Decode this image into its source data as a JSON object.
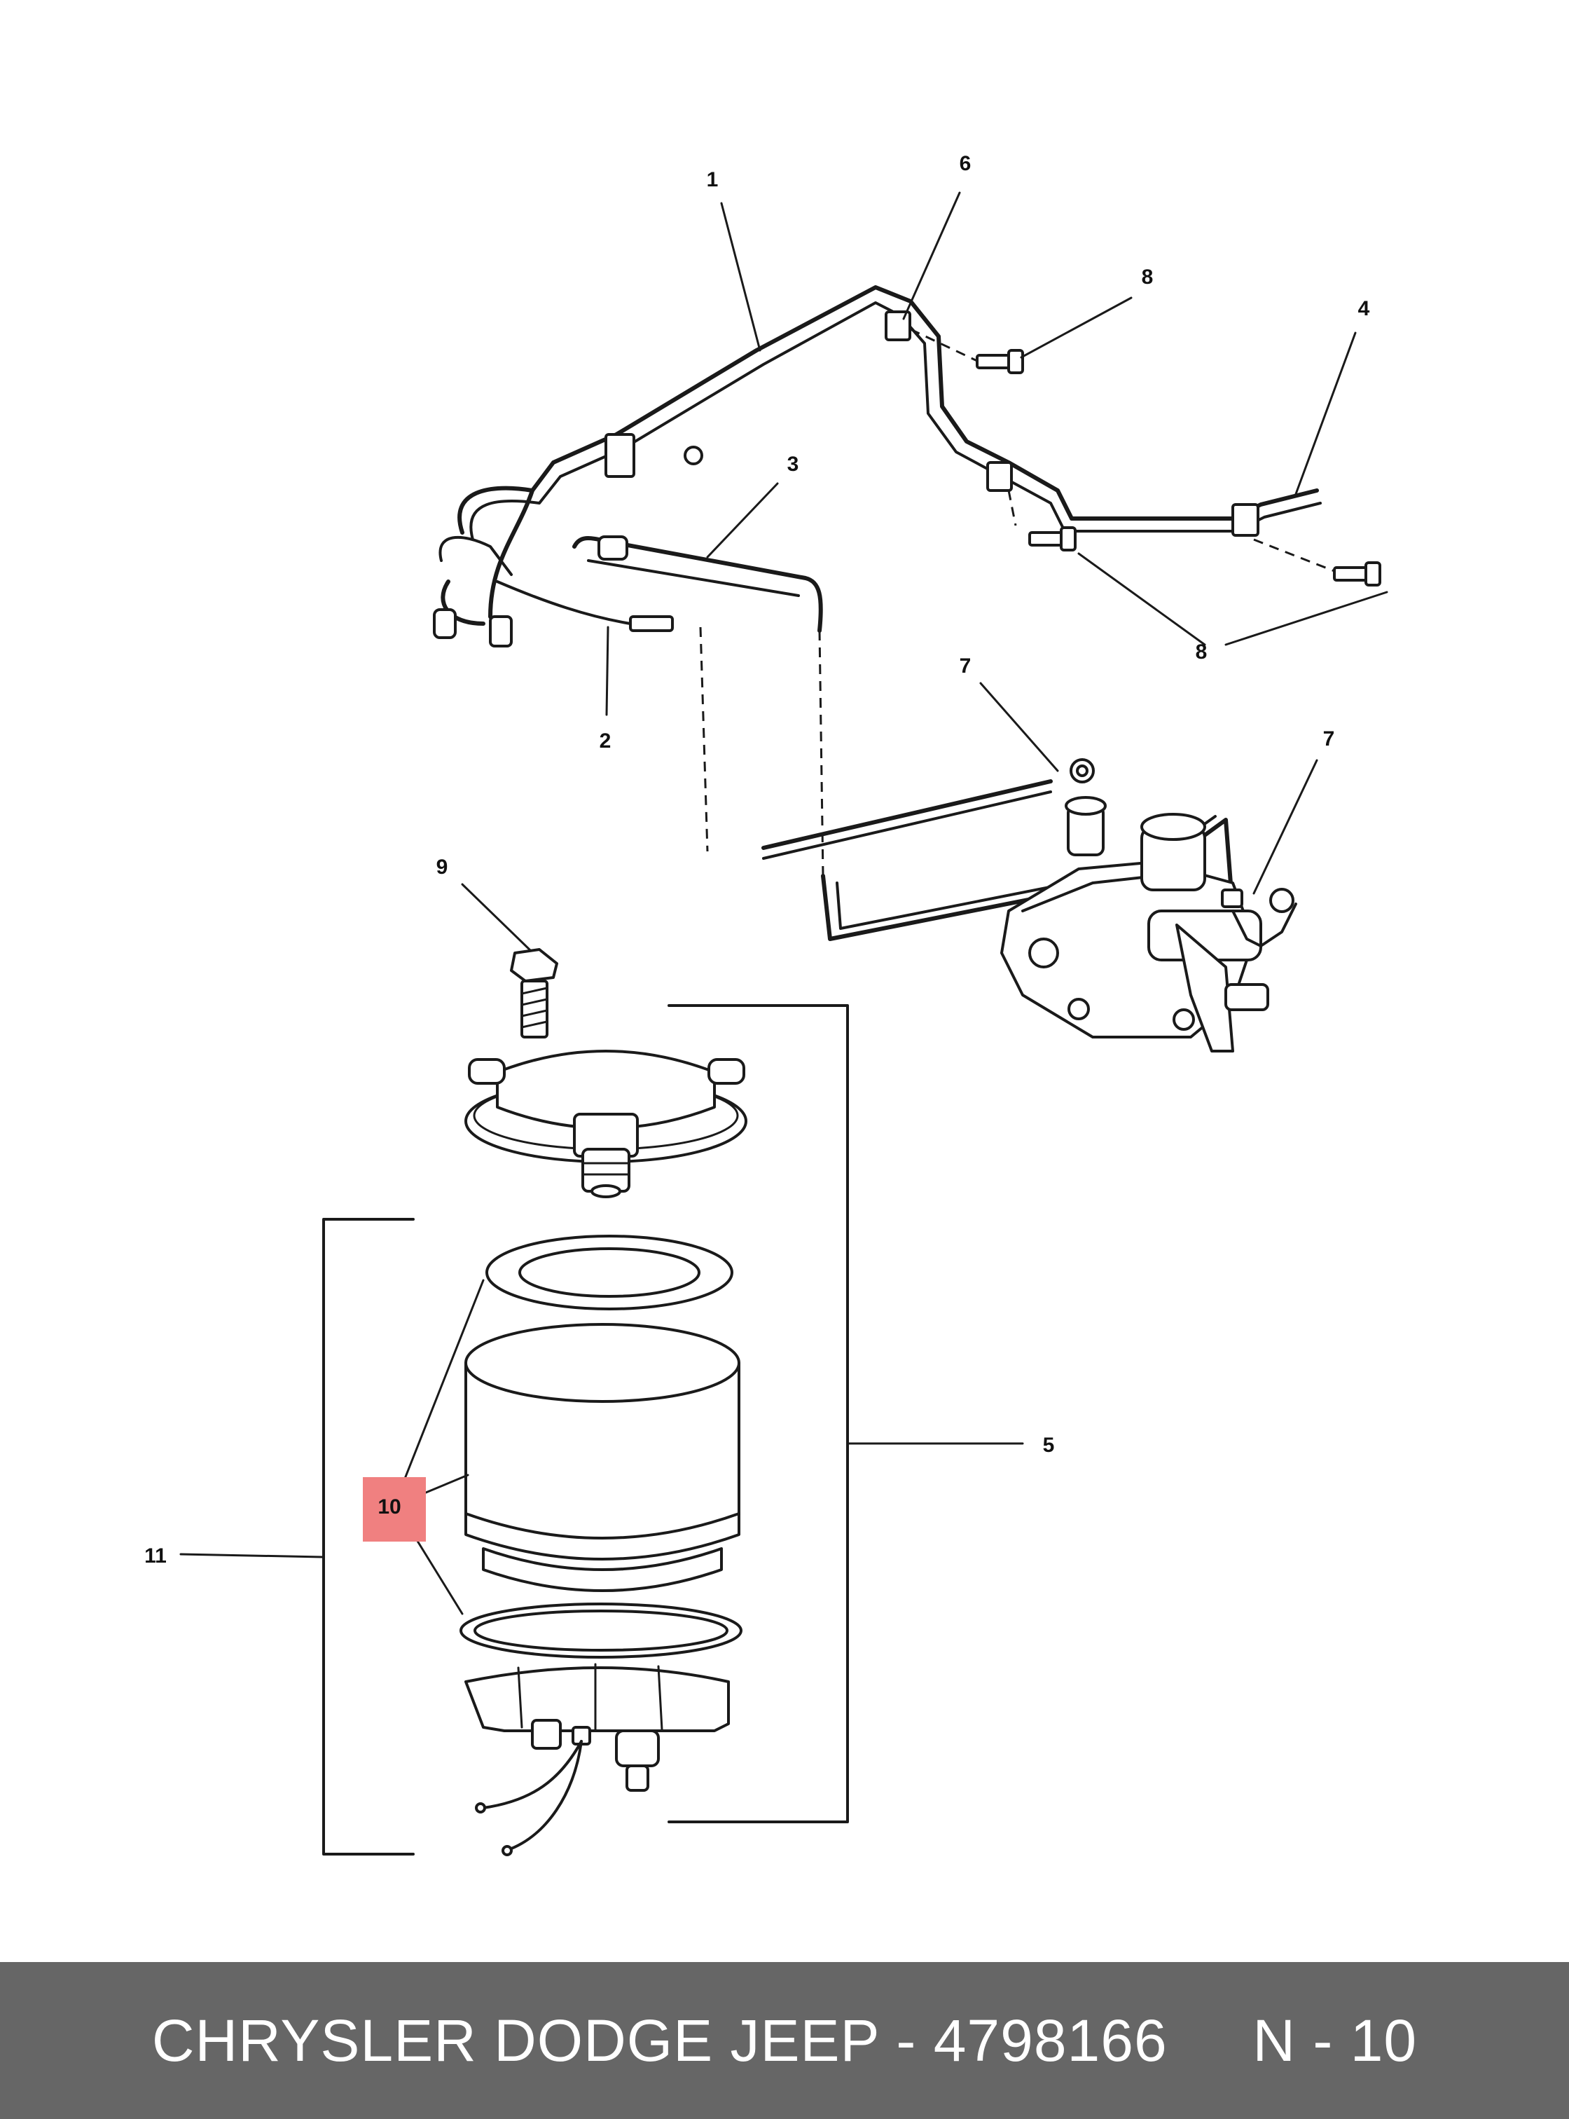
{
  "callouts": {
    "c1": "1",
    "c2": "2",
    "c3": "3",
    "c4": "4",
    "c5": "5",
    "c6": "6",
    "c7a": "7",
    "c7b": "7",
    "c8a": "8",
    "c8b": "8",
    "c9": "9",
    "c10": "10",
    "c11": "11"
  },
  "highlight": {
    "callout": "10",
    "color": "#f08080"
  },
  "footer": {
    "text": "CHRYSLER DODGE JEEP - 4798166     N - 10",
    "background": "#666666"
  }
}
